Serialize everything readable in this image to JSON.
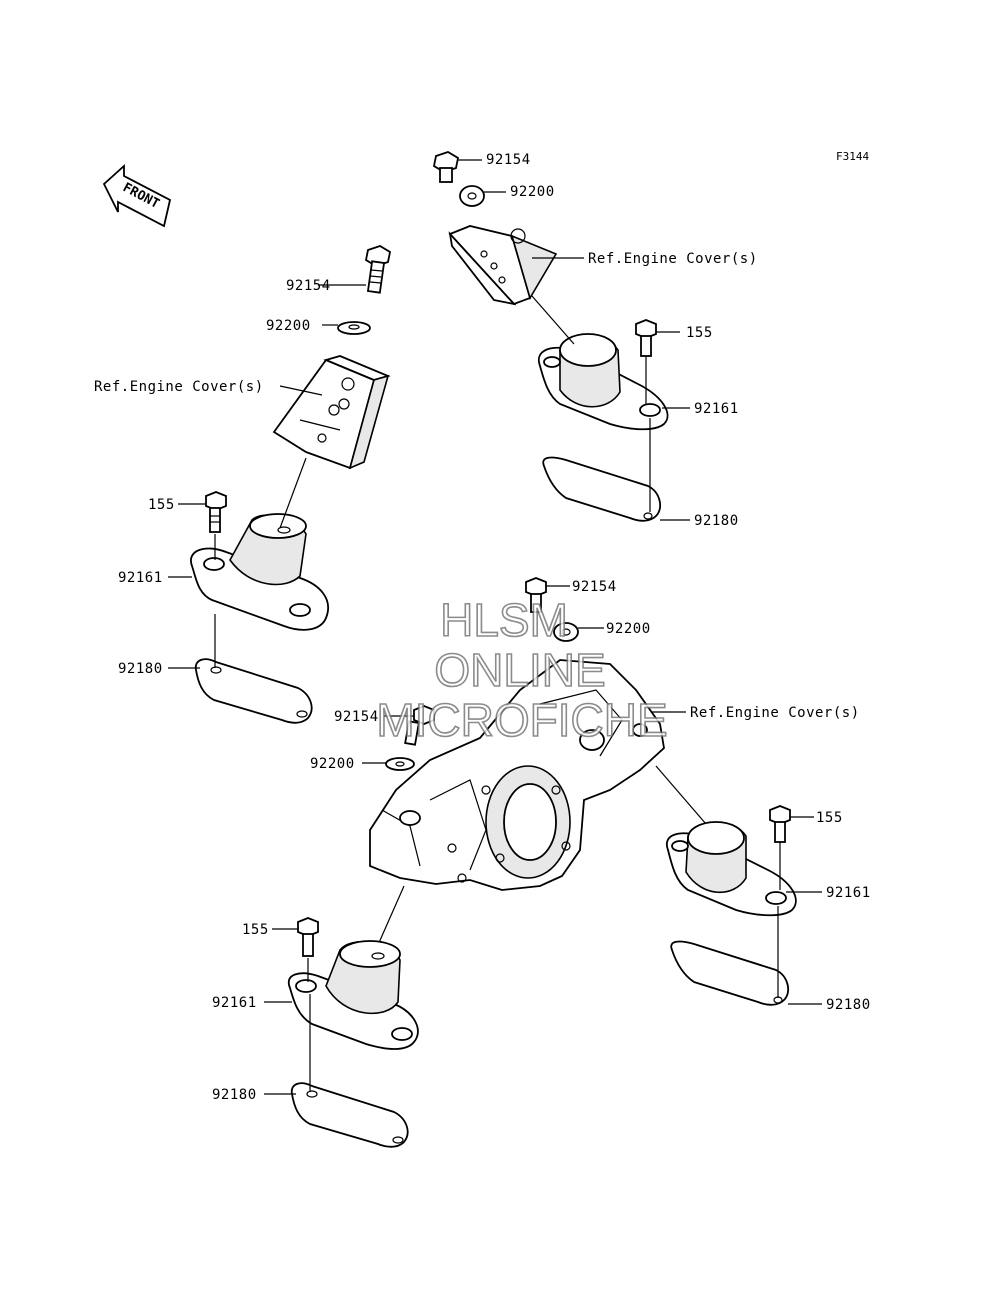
{
  "figure_code": "F3144",
  "front_label": "FRONT",
  "watermark": [
    "HLSM",
    "ONLINE",
    "MICROFICHE"
  ],
  "labels": {
    "ul_92154": "92154",
    "ul_92200": "92200",
    "ul_ref": "Ref.Engine Cover(s)",
    "ul_155": "155",
    "ul_92161": "92161",
    "ul_92180": "92180",
    "ur_92154": "92154",
    "ur_92200": "92200",
    "ur_ref": "Ref.Engine Cover(s)",
    "ur_155": "155",
    "ur_92161": "92161",
    "ur_92180": "92180",
    "c_92154_right": "92154",
    "c_92200_right": "92200",
    "c_ref": "Ref.Engine Cover(s)",
    "c_92154_left": "92154",
    "c_92200_left": "92200",
    "lr_155": "155",
    "lr_92161": "92161",
    "lr_92180": "92180",
    "ll_155": "155",
    "ll_92161": "92161",
    "ll_92180": "92180"
  }
}
